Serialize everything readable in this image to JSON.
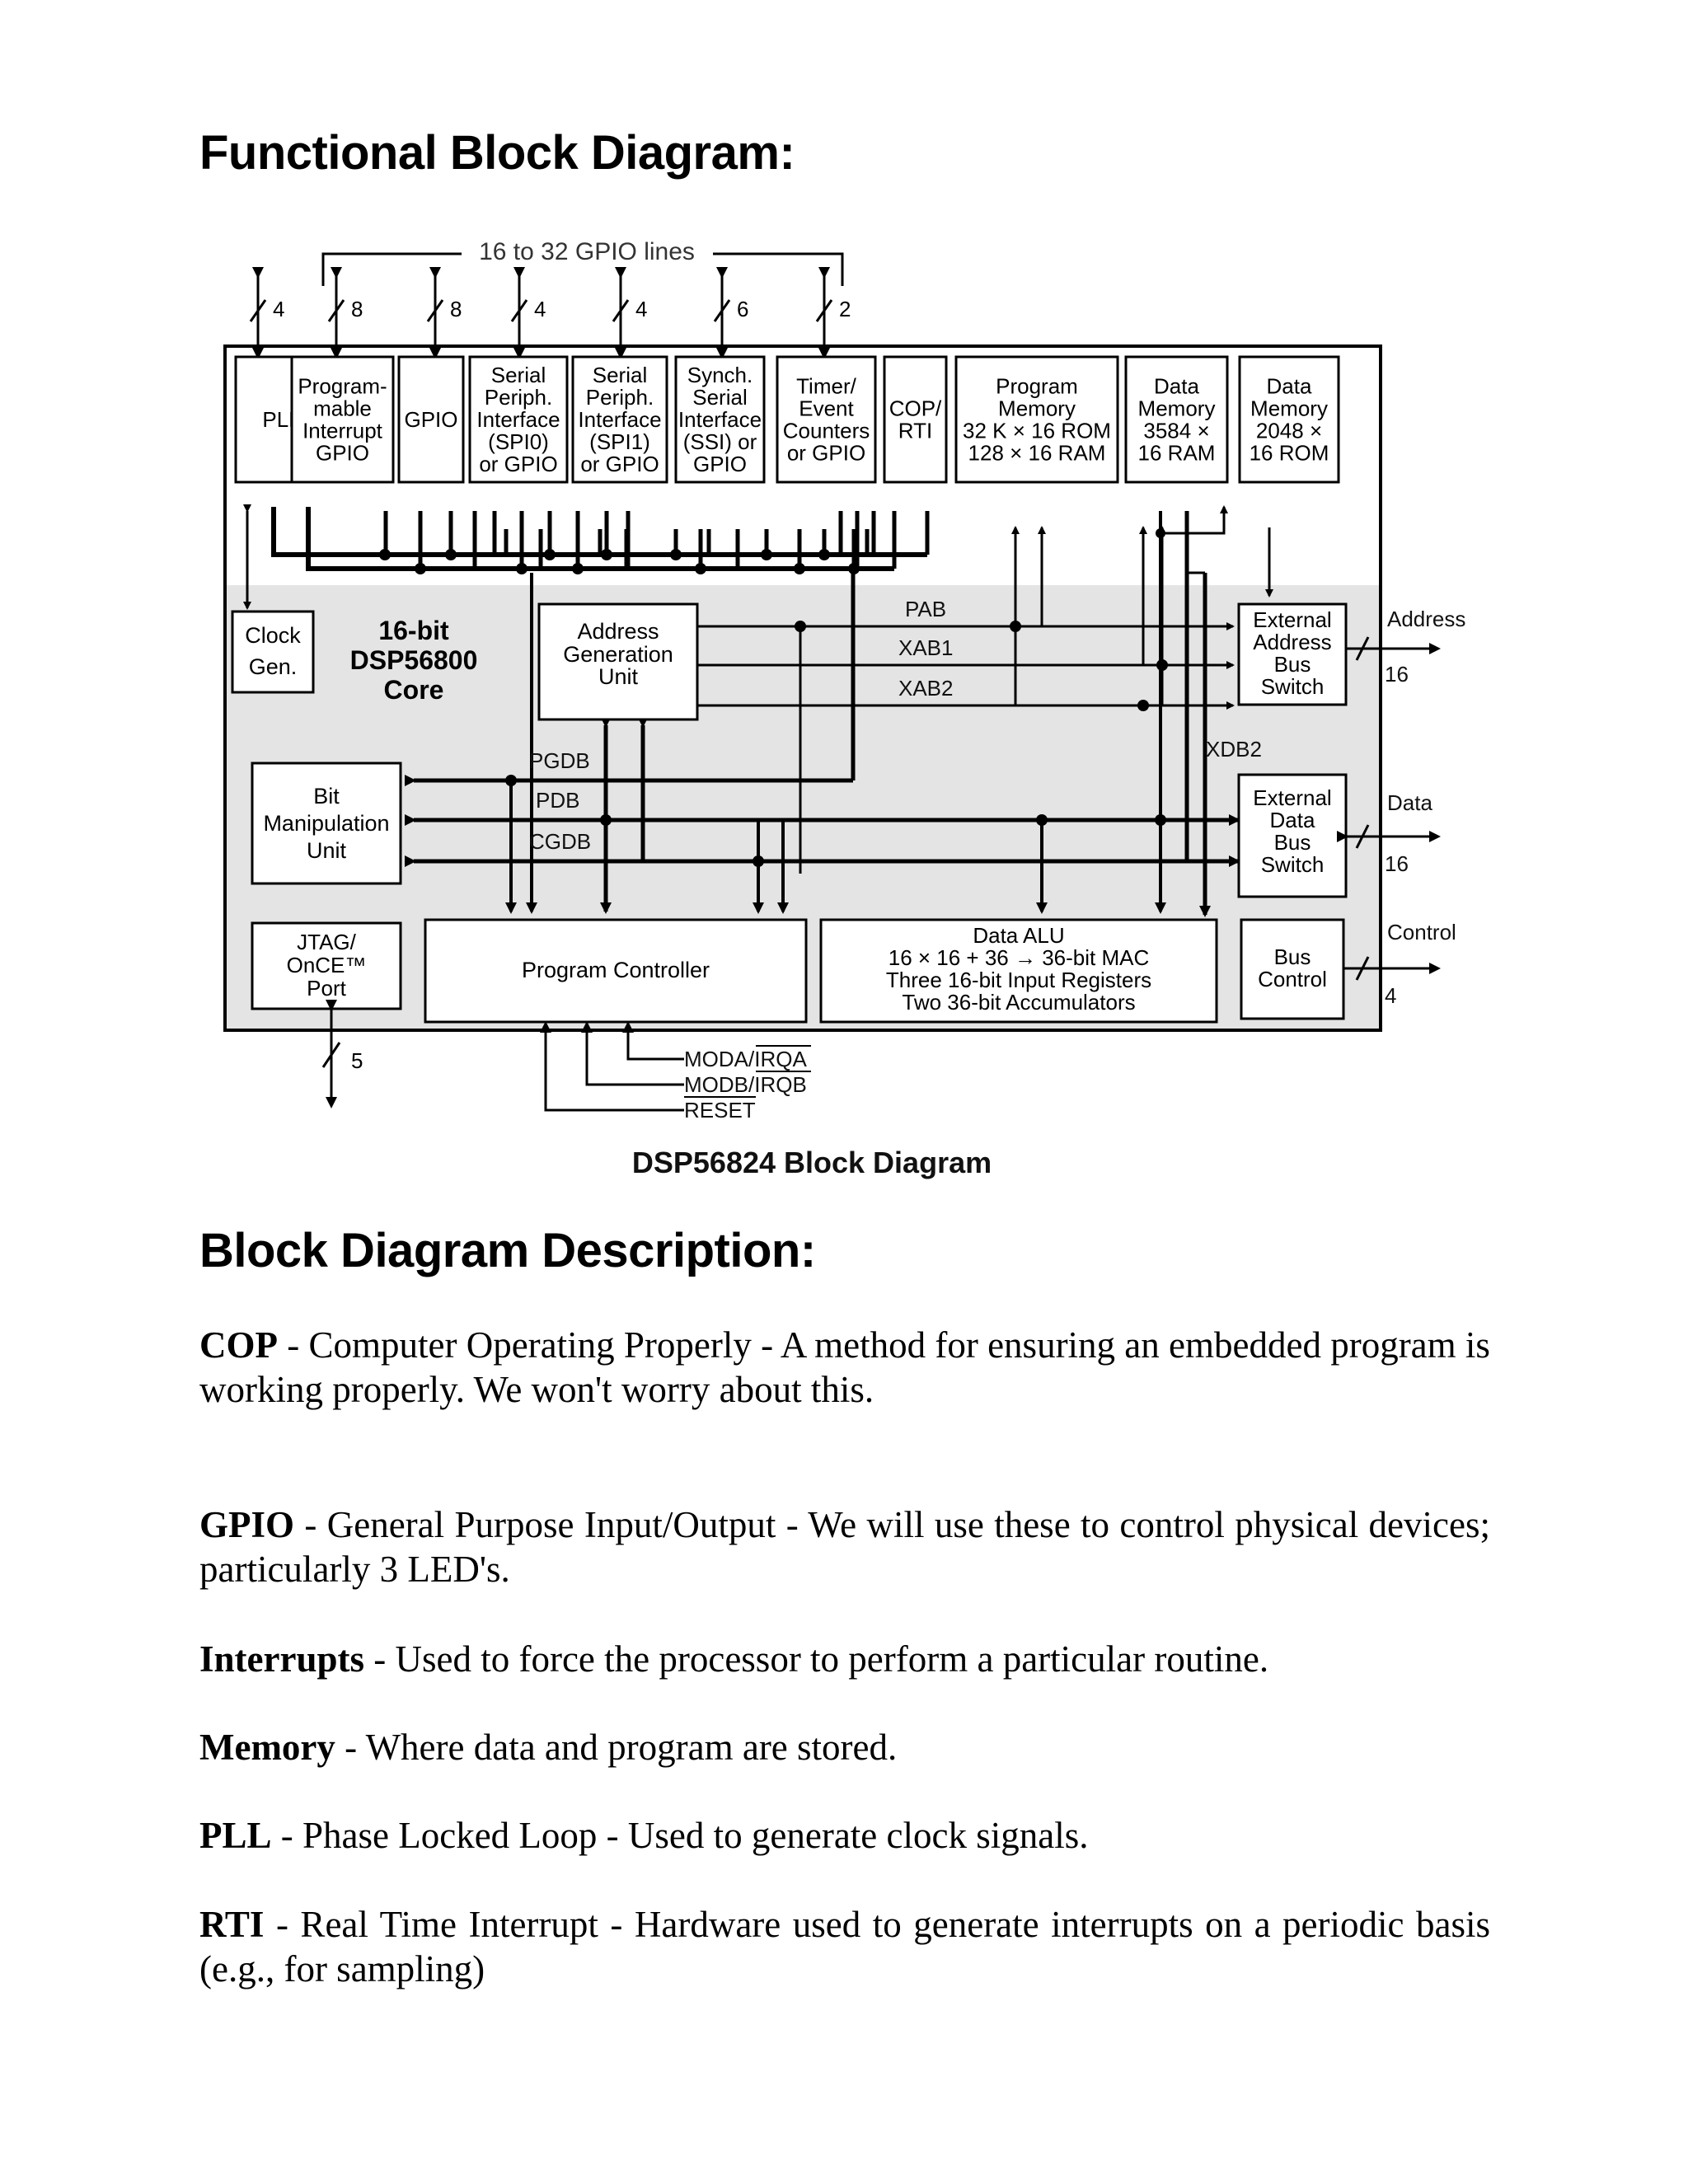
{
  "headings": {
    "functional": "Functional Block Diagram:",
    "description": "Block Diagram Description:"
  },
  "diagram": {
    "caption": "DSP56824 Block Diagram",
    "gpio_lines_label": "16 to 32 GPIO lines",
    "pin_counts": [
      "4",
      "8",
      "8",
      "4",
      "4",
      "6",
      "2"
    ],
    "top_blocks": [
      [
        "PLL"
      ],
      [
        "Program-",
        "mable",
        "Interrupt",
        "GPIO"
      ],
      [
        "GPIO"
      ],
      [
        "Serial",
        "Periph.",
        "Interface",
        "(SPI0)",
        "or GPIO"
      ],
      [
        "Serial",
        "Periph.",
        "Interface",
        "(SPI1)",
        "or GPIO"
      ],
      [
        "Synch.",
        "Serial",
        "Interface",
        "(SSI) or",
        "GPIO"
      ],
      [
        "Timer/",
        "Event",
        "Counters",
        "or GPIO"
      ],
      [
        "COP/",
        "RTI"
      ],
      [
        "Program",
        "Memory",
        "32 K × 16 ROM",
        "128 × 16 RAM"
      ],
      [
        "Data",
        "Memory",
        "3584 ×",
        "16 RAM"
      ],
      [
        "Data",
        "Memory",
        "2048 ×",
        "16 ROM"
      ]
    ],
    "clock_gen": [
      "Clock",
      "Gen."
    ],
    "core_label": [
      "16-bit",
      "DSP56800",
      "Core"
    ],
    "agu": [
      "Address",
      "Generation",
      "Unit"
    ],
    "bus_labels": [
      "PAB",
      "XAB1",
      "XAB2",
      "PGDB",
      "PDB",
      "CGDB",
      "XDB2"
    ],
    "bit_manip": [
      "Bit",
      "Manipulation",
      "Unit"
    ],
    "ext_addr_switch": [
      "External",
      "Address",
      "Bus",
      "Switch"
    ],
    "ext_data_switch": [
      "External",
      "Data",
      "Bus",
      "Switch"
    ],
    "jtag": [
      "JTAG/",
      "OnCE™",
      "Port"
    ],
    "program_controller": "Program Controller",
    "data_alu": [
      "Data ALU",
      "16 × 16 + 36 → 36-bit MAC",
      "Three 16-bit Input Registers",
      "Two 36-bit Accumulators"
    ],
    "bus_control": [
      "Bus",
      "Control"
    ],
    "external_signals": [
      {
        "name": "Address",
        "width": "16"
      },
      {
        "name": "Data",
        "width": "16"
      },
      {
        "name": "Control",
        "width": "4"
      }
    ],
    "jtag_width": "5",
    "mode_pins": [
      "MODA/IRQA",
      "MODB/IRQB",
      "RESET"
    ]
  },
  "descriptions": [
    {
      "term": "COP",
      "text": " - Computer Operating Properly - A method for ensuring an embedded program is",
      "text2": "working properly. We won't worry about this."
    },
    {
      "term": "GPIO",
      "text": " - General Purpose Input/Output - We will use these to control physical devices; particularly  3 LED's."
    },
    {
      "term": "Interrupts",
      "text": " - Used to force the processor to perform a particular routine."
    },
    {
      "term": "Memory",
      "text": " - Where data and program are stored."
    },
    {
      "term": "PLL",
      "text": " - Phase Locked Loop - Used to generate clock signals."
    },
    {
      "term": "RTI",
      "text": " - Real Time Interrupt - Hardware used to generate interrupts on a periodic basis (e.g., for sampling)"
    }
  ]
}
